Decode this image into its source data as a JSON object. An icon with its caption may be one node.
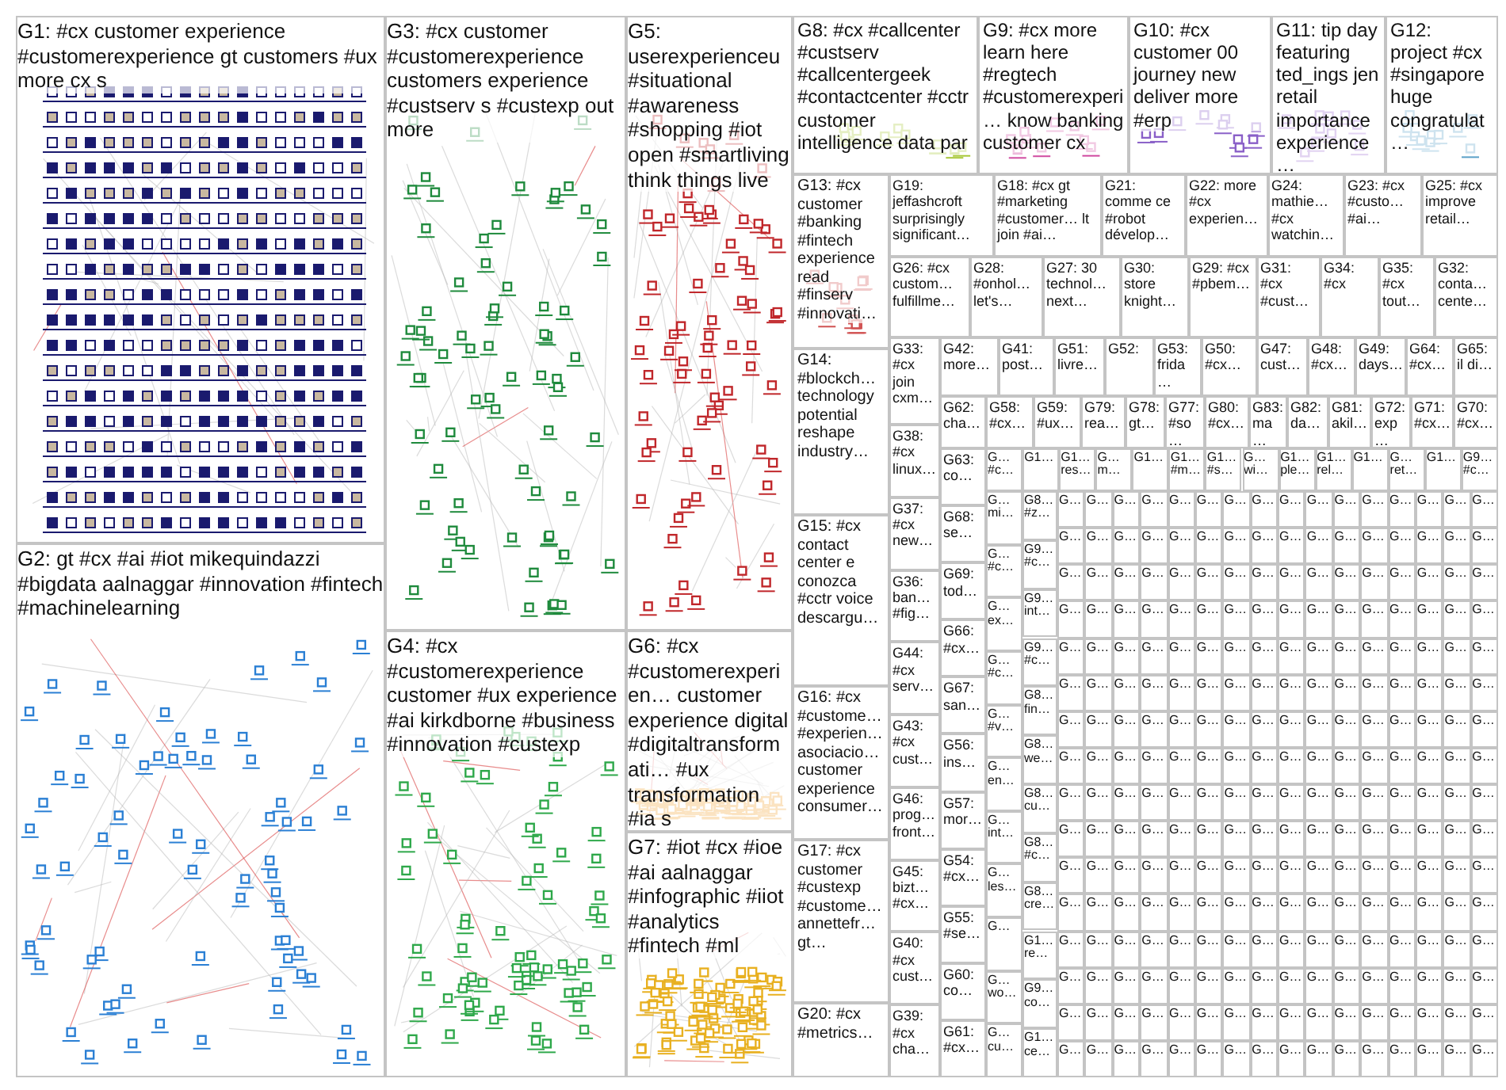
{
  "diagram": {
    "nodes": [
      {
        "text": [
          "G1: #cx customer experience #customerexperience gt customers #ux more cx s"
        ]
      },
      {
        "text": [
          "G3: #cx customer #customerexperience customers experience #custserv s #custexp out more"
        ]
      },
      {
        "text": [
          "G5: userexperienceu #situational #awareness #shopping #iot open #smartliving think things live"
        ]
      },
      {
        "text": [
          "G2: gt #cx #ai #iot mikequindazzi #bigdata aalnaggar #innovation #fintech #machinelearning"
        ]
      },
      {
        "text": [
          "G4: #cx #customerexperience customer #ux experience #ai kirkdborne #business #innovation #custexp"
        ]
      },
      {
        "text": [
          "G6: #cx #customerexperien… customer experience digital #digitaltransformati… #ux transformation #ia s"
        ]
      },
      {
        "text": [
          "G7: #iot #cx #ioe #ai aalnaggar #infographic #iiot #analytics #fintech #ml"
        ]
      },
      {
        "text": [
          "G8: #cx #callcenter #custserv #callcentergeek #contactcenter #cctr customer intelligence data par"
        ]
      },
      {
        "text": [
          "G9: #cx more learn here #regtech #customerexperi… know banking customer cx"
        ]
      },
      {
        "text": [
          "G10: #cx customer 00 journey new deliver more #erp"
        ]
      },
      {
        "text": [
          "G11: tip day featuring ted_ings jen retail importance experience…"
        ]
      },
      {
        "text": [
          "G12: project #cx #singapore huge congratulat…"
        ]
      },
      {
        "text": [
          "G13: #cx customer #banking #fintech experience read #finserv #innovati…"
        ]
      },
      {
        "text": [
          "G19: jeffashcroft surprisingly significant…"
        ]
      },
      {
        "text": [
          "G18: #cx gt #marketing #customer… lt join #ai…"
        ]
      },
      {
        "text": [
          "G21: comme ce #robot dévelop…"
        ]
      },
      {
        "text": [
          "G22: more #cx experien…"
        ]
      },
      {
        "text": [
          "G24: mathie… #cx watchin…"
        ]
      },
      {
        "text": [
          "G23: #cx #custo… #ai…"
        ]
      },
      {
        "text": [
          "G25: #cx improve retail…"
        ]
      },
      {
        "text": [
          "G26: #cx custom… fulfillme…"
        ]
      },
      {
        "text": [
          "G28: #onhol… let's…"
        ]
      },
      {
        "text": [
          "G27: 30 technol… next…"
        ]
      },
      {
        "text": [
          "G30: store knight…"
        ]
      },
      {
        "text": [
          "G29: #cx #pbem…"
        ]
      },
      {
        "text": [
          "G31: #cx #cust…"
        ]
      },
      {
        "text": [
          "G34: #cx"
        ]
      },
      {
        "text": [
          "G35: #cx tout…"
        ]
      },
      {
        "text": [
          "G32: conta… cente…"
        ]
      },
      {
        "text": [
          "G14: #blockch… technology potential reshape industry…"
        ]
      },
      {
        "text": [
          "G33: #cx join cxm…"
        ]
      },
      {
        "text": [
          "G42: more…"
        ]
      },
      {
        "text": [
          "G41: post…"
        ]
      },
      {
        "text": [
          "G51: livre…"
        ]
      },
      {
        "text": [
          "G52:"
        ]
      },
      {
        "text": [
          "G53: frida…"
        ]
      },
      {
        "text": [
          "G50: #cx…"
        ]
      },
      {
        "text": [
          "G47: cust…"
        ]
      },
      {
        "text": [
          "G48: #cx…"
        ]
      },
      {
        "text": [
          "G49: days…"
        ]
      },
      {
        "text": [
          "G64: #cx…"
        ]
      },
      {
        "text": [
          "G65: il di…"
        ]
      },
      {
        "text": [
          "G62: cha…"
        ]
      },
      {
        "text": [
          "G58: #cx…"
        ]
      },
      {
        "text": [
          "G59: #ux…"
        ]
      },
      {
        "text": [
          "G79: rea…"
        ]
      },
      {
        "text": [
          "G78: gt…"
        ]
      },
      {
        "text": [
          "G77: #so…"
        ]
      },
      {
        "text": [
          "G80: #cx…"
        ]
      },
      {
        "text": [
          "G83: ma…"
        ]
      },
      {
        "text": [
          "G82: da…"
        ]
      },
      {
        "text": [
          "G81: akil…"
        ]
      },
      {
        "text": [
          "G72: exp…"
        ]
      },
      {
        "text": [
          "G71: #cx…"
        ]
      },
      {
        "text": [
          "G70: #cx…"
        ]
      },
      {
        "text": [
          "G15: #cx contact center e conozca #cctr voice descargu…"
        ]
      },
      {
        "text": [
          "G16: #cx #custome… #experien… asociacio… customer experience consumer…"
        ]
      },
      {
        "text": [
          "G17: #cx customer #custexp #custome… annettefr… gt…"
        ]
      },
      {
        "text": [
          "G20: #cx #metrics…"
        ]
      },
      {
        "text": [
          "G38: #cx linux…"
        ]
      },
      {
        "text": [
          "G37: #cx new…"
        ]
      },
      {
        "text": [
          "G36: ban… #fig…"
        ]
      },
      {
        "text": [
          "G44: #cx serv…"
        ]
      },
      {
        "text": [
          "G43: #cx cust…"
        ]
      },
      {
        "text": [
          "G46: prog… front…"
        ]
      },
      {
        "text": [
          "G45: bizt… #cx…"
        ]
      },
      {
        "text": [
          "G40: #cx cust…"
        ]
      },
      {
        "text": [
          "G39: #cx cha…"
        ]
      },
      {
        "text": [
          "G63: co…"
        ]
      },
      {
        "text": [
          "G68: se…"
        ]
      },
      {
        "text": [
          "G69: tod…"
        ]
      },
      {
        "text": [
          "G66: #cx…"
        ]
      },
      {
        "text": [
          "G67: san…"
        ]
      },
      {
        "text": [
          "G56: ins…"
        ]
      },
      {
        "text": [
          "G57: mor…"
        ]
      },
      {
        "text": [
          "G54: #cx…"
        ]
      },
      {
        "text": [
          "G55: #se…"
        ]
      },
      {
        "text": [
          "G60: co…"
        ]
      },
      {
        "text": [
          "G61: #cx…"
        ]
      },
      {
        "text": [
          "G…",
          "#c…"
        ]
      },
      {
        "text": [
          "G1…"
        ]
      },
      {
        "text": [
          "G1…",
          "res…"
        ]
      },
      {
        "text": [
          "G…",
          "m…"
        ]
      },
      {
        "text": [
          "G1…"
        ]
      },
      {
        "text": [
          "G1…",
          "#m…"
        ]
      },
      {
        "text": [
          "G1…",
          "#s…"
        ]
      },
      {
        "text": [
          "G…",
          "wi…"
        ]
      },
      {
        "text": [
          "G1…",
          "ple…"
        ]
      },
      {
        "text": [
          "G1…",
          "rel…"
        ]
      },
      {
        "text": [
          "G1…"
        ]
      },
      {
        "text": [
          "G…",
          "ret…"
        ]
      },
      {
        "text": [
          "G1…"
        ]
      },
      {
        "text": [
          "G9…",
          "#c…"
        ]
      },
      {
        "text": [
          "G…",
          "mi…"
        ]
      },
      {
        "text": [
          "G…",
          "#c…"
        ]
      },
      {
        "text": [
          "G…",
          "ex…"
        ]
      },
      {
        "text": [
          "G…",
          "#c…"
        ]
      },
      {
        "text": [
          "G…",
          "#v…"
        ]
      },
      {
        "text": [
          "G…",
          "en…"
        ]
      },
      {
        "text": [
          "G…",
          "int…"
        ]
      },
      {
        "text": [
          "G…",
          "les…"
        ]
      },
      {
        "text": [
          "G…"
        ]
      },
      {
        "text": [
          "G…",
          "wo…"
        ]
      },
      {
        "text": [
          "G…",
          "cu…"
        ]
      },
      {
        "text": [
          "G8…",
          "#z…"
        ]
      },
      {
        "text": [
          "G9…",
          "#c…"
        ]
      },
      {
        "text": [
          "G9…",
          "int…"
        ]
      },
      {
        "text": [
          "G9…",
          "#c…"
        ]
      },
      {
        "text": [
          "G8…",
          "fin…"
        ]
      },
      {
        "text": [
          "G8…",
          "we…"
        ]
      },
      {
        "text": [
          "G8…",
          "cu…"
        ]
      },
      {
        "text": [
          "G8…",
          "#c…"
        ]
      },
      {
        "text": [
          "G8…",
          "cre…"
        ]
      },
      {
        "text": [
          "G1…",
          "re…"
        ]
      },
      {
        "text": [
          "G9…",
          "co…"
        ]
      },
      {
        "text": [
          "G1…",
          "ce…"
        ]
      },
      {
        "text": [
          "G…"
        ]
      },
      {
        "text": [
          "G…"
        ]
      },
      {
        "text": [
          "G…"
        ]
      },
      {
        "text": [
          "G…"
        ]
      },
      {
        "text": [
          "G…"
        ]
      },
      {
        "text": [
          "G…"
        ]
      },
      {
        "text": [
          "G…"
        ]
      },
      {
        "text": [
          "G…"
        ]
      },
      {
        "text": [
          "G…"
        ]
      },
      {
        "text": [
          "G…"
        ]
      },
      {
        "text": [
          "G…"
        ]
      },
      {
        "text": [
          "G…"
        ]
      },
      {
        "text": [
          "G…"
        ]
      },
      {
        "text": [
          "G…"
        ]
      },
      {
        "text": [
          "G…"
        ]
      },
      {
        "text": [
          "G…"
        ]
      },
      {
        "text": [
          "G…"
        ]
      },
      {
        "text": [
          "G…"
        ]
      },
      {
        "text": [
          "G…"
        ]
      },
      {
        "text": [
          "G…"
        ]
      },
      {
        "text": [
          "G…"
        ]
      },
      {
        "text": [
          "G…"
        ]
      },
      {
        "text": [
          "G…"
        ]
      },
      {
        "text": [
          "G…"
        ]
      },
      {
        "text": [
          "G…"
        ]
      },
      {
        "text": [
          "G…"
        ]
      },
      {
        "text": [
          "G…"
        ]
      },
      {
        "text": [
          "G…"
        ]
      },
      {
        "text": [
          "G…"
        ]
      },
      {
        "text": [
          "G…"
        ]
      },
      {
        "text": [
          "G…"
        ]
      },
      {
        "text": [
          "G…"
        ]
      },
      {
        "text": [
          "G…"
        ]
      },
      {
        "text": [
          "G…"
        ]
      },
      {
        "text": [
          "G…"
        ]
      },
      {
        "text": [
          "G…"
        ]
      },
      {
        "text": [
          "G…"
        ]
      },
      {
        "text": [
          "G…"
        ]
      },
      {
        "text": [
          "G…"
        ]
      },
      {
        "text": [
          "G…"
        ]
      },
      {
        "text": [
          "G…"
        ]
      },
      {
        "text": [
          "G…"
        ]
      },
      {
        "text": [
          "G…"
        ]
      },
      {
        "text": [
          "G…"
        ]
      },
      {
        "text": [
          "G…"
        ]
      },
      {
        "text": [
          "G…"
        ]
      },
      {
        "text": [
          "G…"
        ]
      },
      {
        "text": [
          "G…"
        ]
      },
      {
        "text": [
          "G…"
        ]
      },
      {
        "text": [
          "G…"
        ]
      },
      {
        "text": [
          "G…"
        ]
      },
      {
        "text": [
          "G…"
        ]
      },
      {
        "text": [
          "G…"
        ]
      },
      {
        "text": [
          "G…"
        ]
      },
      {
        "text": [
          "G…"
        ]
      },
      {
        "text": [
          "G…"
        ]
      },
      {
        "text": [
          "G…"
        ]
      },
      {
        "text": [
          "G…"
        ]
      },
      {
        "text": [
          "G…"
        ]
      },
      {
        "text": [
          "G…"
        ]
      },
      {
        "text": [
          "G…"
        ]
      },
      {
        "text": [
          "G…"
        ]
      },
      {
        "text": [
          "G…"
        ]
      },
      {
        "text": [
          "G…"
        ]
      },
      {
        "text": [
          "G…"
        ]
      },
      {
        "text": [
          "G…"
        ]
      },
      {
        "text": [
          "G…"
        ]
      },
      {
        "text": [
          "G…"
        ]
      },
      {
        "text": [
          "G…"
        ]
      },
      {
        "text": [
          "G…"
        ]
      },
      {
        "text": [
          "G…"
        ]
      },
      {
        "text": [
          "G…"
        ]
      },
      {
        "text": [
          "G…"
        ]
      },
      {
        "text": [
          "G…"
        ]
      },
      {
        "text": [
          "G…"
        ]
      },
      {
        "text": [
          "G…"
        ]
      },
      {
        "text": [
          "G…"
        ]
      },
      {
        "text": [
          "G…"
        ]
      },
      {
        "text": [
          "G…"
        ]
      },
      {
        "text": [
          "G…"
        ]
      },
      {
        "text": [
          "G…"
        ]
      },
      {
        "text": [
          "G…"
        ]
      },
      {
        "text": [
          "G…"
        ]
      },
      {
        "text": [
          "G…"
        ]
      },
      {
        "text": [
          "G…"
        ]
      },
      {
        "text": [
          "G…"
        ]
      },
      {
        "text": [
          "G…"
        ]
      },
      {
        "text": [
          "G…"
        ]
      },
      {
        "text": [
          "G…"
        ]
      },
      {
        "text": [
          "G…"
        ]
      },
      {
        "text": [
          "G…"
        ]
      },
      {
        "text": [
          "G…"
        ]
      },
      {
        "text": [
          "G…"
        ]
      },
      {
        "text": [
          "G…"
        ]
      },
      {
        "text": [
          "G…"
        ]
      },
      {
        "text": [
          "G…"
        ]
      },
      {
        "text": [
          "G…"
        ]
      },
      {
        "text": [
          "G…"
        ]
      },
      {
        "text": [
          "G…"
        ]
      },
      {
        "text": [
          "G…"
        ]
      },
      {
        "text": [
          "G…"
        ]
      },
      {
        "text": [
          "G…"
        ]
      },
      {
        "text": [
          "G…"
        ]
      },
      {
        "text": [
          "G…"
        ]
      },
      {
        "text": [
          "G…"
        ]
      },
      {
        "text": [
          "G…"
        ]
      },
      {
        "text": [
          "G…"
        ]
      },
      {
        "text": [
          "G…"
        ]
      },
      {
        "text": [
          "G…"
        ]
      },
      {
        "text": [
          "G…"
        ]
      },
      {
        "text": [
          "G…"
        ]
      },
      {
        "text": [
          "G…"
        ]
      },
      {
        "text": [
          "G…"
        ]
      },
      {
        "text": [
          "G…"
        ]
      },
      {
        "text": [
          "G…"
        ]
      },
      {
        "text": [
          "G…"
        ]
      },
      {
        "text": [
          "G…"
        ]
      },
      {
        "text": [
          "G…"
        ]
      },
      {
        "text": [
          "G…"
        ]
      },
      {
        "text": [
          "G…"
        ]
      },
      {
        "text": [
          "G…"
        ]
      },
      {
        "text": [
          "G…"
        ]
      },
      {
        "text": [
          "G…"
        ]
      },
      {
        "text": [
          "G…"
        ]
      },
      {
        "text": [
          "G…"
        ]
      },
      {
        "text": [
          "G…"
        ]
      },
      {
        "text": [
          "G…"
        ]
      },
      {
        "text": [
          "G…"
        ]
      },
      {
        "text": [
          "G…"
        ]
      },
      {
        "text": [
          "G…"
        ]
      },
      {
        "text": [
          "G…"
        ]
      },
      {
        "text": [
          "G…"
        ]
      },
      {
        "text": [
          "G…"
        ]
      },
      {
        "text": [
          "G…"
        ]
      },
      {
        "text": [
          "G…"
        ]
      },
      {
        "text": [
          "G…"
        ]
      },
      {
        "text": [
          "G…"
        ]
      },
      {
        "text": [
          "G…"
        ]
      },
      {
        "text": [
          "G…"
        ]
      },
      {
        "text": [
          "G…"
        ]
      },
      {
        "text": [
          "G…"
        ]
      },
      {
        "text": [
          "G…"
        ]
      },
      {
        "text": [
          "G…"
        ]
      },
      {
        "text": [
          "G…"
        ]
      },
      {
        "text": [
          "G…"
        ]
      },
      {
        "text": [
          "G…"
        ]
      },
      {
        "text": [
          "G…"
        ]
      },
      {
        "text": [
          "G…"
        ]
      },
      {
        "text": [
          "G…"
        ]
      },
      {
        "text": [
          "G…"
        ]
      },
      {
        "text": [
          "G…"
        ]
      },
      {
        "text": [
          "G…"
        ]
      },
      {
        "text": [
          "G…"
        ]
      },
      {
        "text": [
          "G…"
        ]
      },
      {
        "text": [
          "G…"
        ]
      },
      {
        "text": [
          "G…"
        ]
      },
      {
        "text": [
          "G…"
        ]
      },
      {
        "text": [
          "G…"
        ]
      },
      {
        "text": [
          "G…"
        ]
      },
      {
        "text": [
          "G…"
        ]
      },
      {
        "text": [
          "G…"
        ]
      },
      {
        "text": [
          "G…"
        ]
      },
      {
        "text": [
          "G…"
        ]
      },
      {
        "text": [
          "G…"
        ]
      },
      {
        "text": [
          "G…"
        ]
      },
      {
        "text": [
          "G…"
        ]
      },
      {
        "text": [
          "G…"
        ]
      },
      {
        "text": [
          "G…"
        ]
      },
      {
        "text": [
          "G…"
        ]
      },
      {
        "text": [
          "G…"
        ]
      },
      {
        "text": [
          "G…"
        ]
      },
      {
        "text": [
          "G…"
        ]
      },
      {
        "text": [
          "G…"
        ]
      },
      {
        "text": [
          "G…"
        ]
      },
      {
        "text": [
          "G…"
        ]
      },
      {
        "text": [
          "G…"
        ]
      },
      {
        "text": [
          "G…"
        ]
      },
      {
        "text": [
          "G…"
        ]
      },
      {
        "text": [
          "G…"
        ]
      },
      {
        "text": [
          "G…"
        ]
      },
      {
        "text": [
          "G…"
        ]
      },
      {
        "text": [
          "G…"
        ]
      },
      {
        "text": [
          "G…"
        ]
      },
      {
        "text": [
          "G…"
        ]
      },
      {
        "text": [
          "G…"
        ]
      },
      {
        "text": [
          "G…"
        ]
      },
      {
        "text": [
          "G…"
        ]
      },
      {
        "text": [
          "G…"
        ]
      },
      {
        "text": [
          "G…"
        ]
      },
      {
        "text": [
          "G…"
        ]
      },
      {
        "text": [
          "G…"
        ]
      },
      {
        "text": [
          "G…"
        ]
      },
      {
        "text": [
          "G…"
        ]
      },
      {
        "text": [
          "G…"
        ]
      },
      {
        "text": [
          "G…"
        ]
      },
      {
        "text": [
          "G…"
        ]
      },
      {
        "text": [
          "G…"
        ]
      },
      {
        "text": [
          "G…"
        ]
      },
      {
        "text": [
          "G…"
        ]
      },
      {
        "text": [
          "G…"
        ]
      },
      {
        "text": [
          "G…"
        ]
      },
      {
        "text": [
          "G…"
        ]
      },
      {
        "text": [
          "G…"
        ]
      },
      {
        "text": [
          "G…"
        ]
      },
      {
        "text": [
          "G…"
        ]
      },
      {
        "text": [
          "G…"
        ]
      },
      {
        "text": [
          "G…"
        ]
      },
      {
        "text": [
          "G…"
        ]
      },
      {
        "text": [
          "G…"
        ]
      },
      {
        "text": [
          "G…"
        ]
      },
      {
        "text": [
          "G…"
        ]
      },
      {
        "text": [
          "G…"
        ]
      },
      {
        "text": [
          "G…"
        ]
      },
      {
        "text": [
          "G…"
        ]
      },
      {
        "text": [
          "G…"
        ]
      },
      {
        "text": [
          "G…"
        ]
      },
      {
        "text": [
          "G…"
        ]
      },
      {
        "text": [
          "G…"
        ]
      },
      {
        "text": [
          "G…"
        ]
      },
      {
        "text": [
          "G…"
        ]
      },
      {
        "text": [
          "G…"
        ]
      },
      {
        "text": [
          "G…"
        ]
      },
      {
        "text": [
          "G…"
        ]
      },
      {
        "text": [
          "G…"
        ]
      },
      {
        "text": [
          "G…"
        ]
      },
      {
        "text": [
          "G…"
        ]
      },
      {
        "text": [
          "G…"
        ]
      },
      {
        "text": [
          "G…"
        ]
      },
      {
        "text": [
          "G…"
        ]
      },
      {
        "text": [
          "G…"
        ]
      },
      {
        "text": [
          "G…"
        ]
      },
      {
        "text": [
          "G…"
        ]
      },
      {
        "text": [
          "G…"
        ]
      },
      {
        "text": [
          "G…"
        ]
      },
      {
        "text": [
          "G…"
        ]
      },
      {
        "text": [
          "G…"
        ]
      },
      {
        "text": [
          "G…"
        ]
      },
      {
        "text": [
          "G…"
        ]
      },
      {
        "text": [
          "G…"
        ]
      },
      {
        "text": [
          "G…"
        ]
      },
      {
        "text": [
          "G…"
        ]
      },
      {
        "text": [
          "G…"
        ]
      },
      {
        "text": [
          "G…"
        ]
      },
      {
        "text": [
          "G…"
        ]
      },
      {
        "text": [
          "G…"
        ]
      },
      {
        "text": [
          "G…"
        ]
      },
      {
        "text": [
          "G…"
        ]
      },
      {
        "text": [
          "G…"
        ]
      },
      {
        "text": [
          "G…"
        ]
      },
      {
        "text": [
          "G…"
        ]
      },
      {
        "text": [
          "G…"
        ]
      },
      {
        "text": [
          "G…"
        ]
      },
      {
        "text": [
          "G…"
        ]
      },
      {
        "text": [
          "G…"
        ]
      },
      {
        "text": [
          "G…"
        ]
      },
      {
        "text": [
          "G…"
        ]
      }
    ]
  }
}
